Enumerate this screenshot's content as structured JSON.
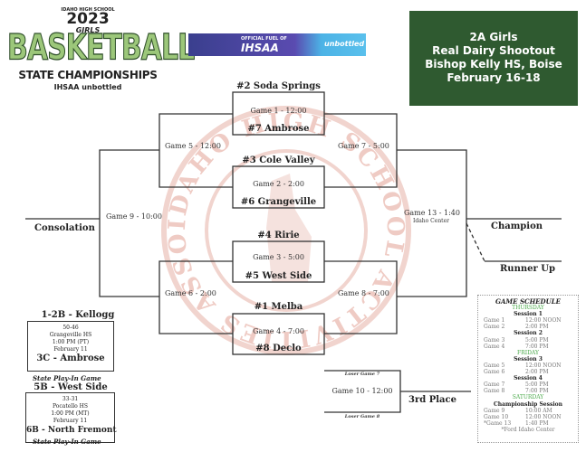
{
  "logo": {
    "top": "IDAHO HIGH SCHOOL",
    "year": "2023",
    "girls": "GIRLS",
    "sport": "BASKETBALL",
    "event": "STATE CHAMPIONSHIPS",
    "sponsors": "IHSAA   unbottled"
  },
  "banner": {
    "line1": "OFFICIAL FUEL OF",
    "line2": "IHSAA",
    "brand": "unbottled"
  },
  "title": {
    "lines": [
      "2A Girls",
      "Real Dairy Shootout",
      "Bishop Kelly HS, Boise",
      "February 16-18"
    ]
  },
  "bracket": {
    "teams": {
      "t1": "#2 Soda Springs",
      "t2": "#7 Ambrose",
      "t3": "#3 Cole Valley",
      "t4": "#6 Grangeville",
      "t5": "#4 Ririe",
      "t6": "#5 West Side",
      "t7": "#1 Melba",
      "t8": "#8 Declo"
    },
    "games": {
      "g1": "Game 1 - 12:00",
      "g2": "Game 2 - 2:00",
      "g3": "Game 3 - 5:00",
      "g4": "Game 4 - 7:00",
      "g5": "Game 5 - 12:00",
      "g6": "Game 6 - 2:00",
      "g7": "Game 7 - 5:00",
      "g8": "Game 8 - 7:00",
      "g9": "Game 9 - 10:00",
      "g10": "Game 10 - 12:00",
      "g13": "Game 13 - 1:40",
      "g13_venue": "Idaho Center"
    },
    "consolation": "Consolation",
    "champion": "Champion",
    "runner_up": "Runner Up",
    "third_place": "3rd Place",
    "loser7": "Loser Game 7",
    "loser8": "Loser Game 8"
  },
  "playins": [
    {
      "top": "1-2B - Kellogg",
      "score": "50-46",
      "site": "Grangeville HS",
      "time": "1:00 PM (PT)",
      "date": "February 11",
      "bottom": "3C - Ambrose",
      "caption": "State Play-In Game"
    },
    {
      "top": "5B - West Side",
      "score": "33-31",
      "site": "Pocatello HS",
      "time": "1:00 PM (MT)",
      "date": "February 11",
      "bottom": "6B - North Fremont",
      "caption": "State Play-In Game"
    }
  ],
  "schedule": {
    "heading": "GAME SCHEDULE",
    "thursday": "THURSDAY",
    "friday": "FRIDAY",
    "saturday": "SATURDAY",
    "s1": "Session 1",
    "s2": "Session 2",
    "s3": "Session 3",
    "s4": "Session 4",
    "cs": "Championship Session",
    "rows": [
      [
        "Game 1",
        "12:00 NOON"
      ],
      [
        "Game 2",
        "2:00 PM"
      ],
      [
        "Game 3",
        "5:00 PM"
      ],
      [
        "Game 4",
        "7:00 PM"
      ],
      [
        "Game 5",
        "12:00 NOON"
      ],
      [
        "Game 6",
        "2:00 PM"
      ],
      [
        "Game 7",
        "5:00 PM"
      ],
      [
        "Game 8",
        "7:00 PM"
      ],
      [
        "Game 9",
        "10:00 AM"
      ],
      [
        "Game 10",
        "12:00 NOON"
      ],
      [
        "*Game 13",
        "1:40 PM"
      ]
    ],
    "footnote": "*Ford Idaho Center"
  },
  "watermark": {
    "text": "IDAHO HIGH SCHOOL ACTIVITIES ASSOCIATION"
  },
  "colors": {
    "title_bg": "#2f5a30",
    "logo_green": "#9cc77a",
    "day_green": "#4caa4c",
    "watermark": "#e8b8b0"
  }
}
